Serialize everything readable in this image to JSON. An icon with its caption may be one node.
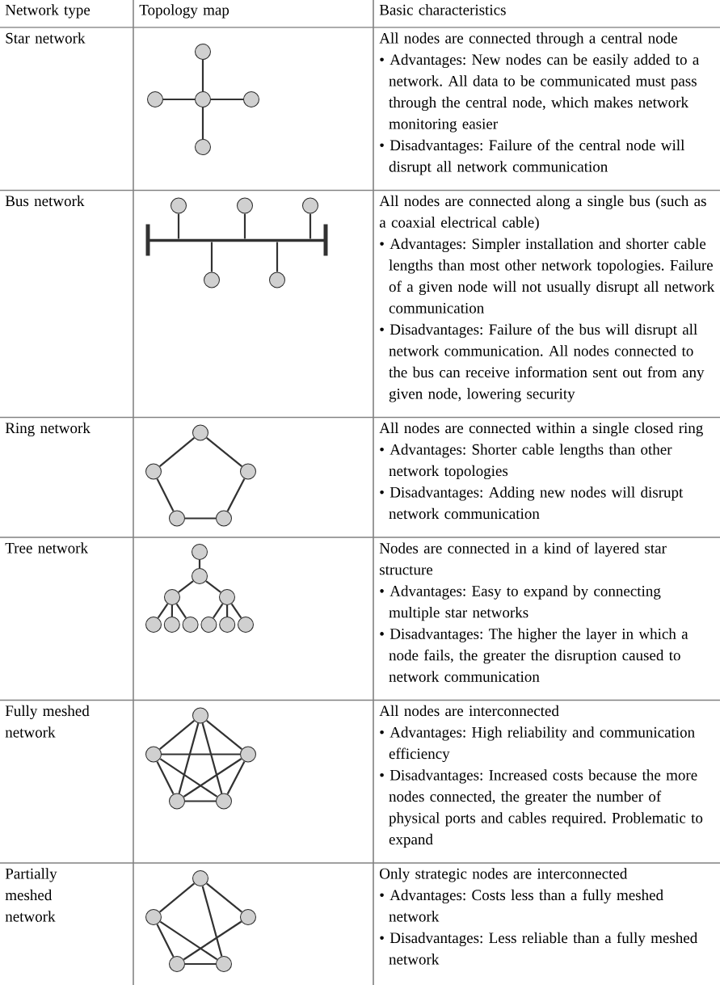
{
  "diagram": {
    "nodes": [
      {
        "text": [],
        "shape": "circle"
      },
      {
        "text": [],
        "shape": "circle"
      },
      {
        "text": [],
        "shape": "circle"
      },
      {
        "text": [],
        "shape": "circle"
      },
      {
        "text": [],
        "shape": "circle"
      },
      {
        "text": [],
        "shape": "circle"
      },
      {
        "text": [],
        "shape": "circle"
      },
      {
        "text": [],
        "shape": "circle"
      },
      {
        "text": [],
        "shape": "bar"
      },
      {
        "text": [],
        "shape": "circle"
      },
      {
        "text": [],
        "shape": "circle"
      },
      {
        "text": [],
        "shape": "circle"
      },
      {
        "text": [],
        "shape": "circle"
      },
      {
        "text": [],
        "shape": "circle"
      },
      {
        "text": [],
        "shape": "circle"
      },
      {
        "text": [],
        "shape": "circle"
      },
      {
        "text": [],
        "shape": "circle"
      },
      {
        "text": [],
        "shape": "circle"
      },
      {
        "text": [],
        "shape": "circle"
      },
      {
        "text": [],
        "shape": "circle"
      },
      {
        "text": [],
        "shape": "circle"
      },
      {
        "text": [],
        "shape": "circle"
      },
      {
        "text": [],
        "shape": "circle"
      },
      {
        "text": [],
        "shape": "circle"
      },
      {
        "text": [],
        "shape": "circle"
      },
      {
        "text": [],
        "shape": "circle"
      },
      {
        "text": [],
        "shape": "circle"
      },
      {
        "text": [],
        "shape": "circle"
      },
      {
        "text": [],
        "shape": "circle"
      },
      {
        "text": [],
        "shape": "circle"
      },
      {
        "text": [],
        "shape": "circle"
      },
      {
        "text": [],
        "shape": "circle"
      },
      {
        "text": [],
        "shape": "circle"
      },
      {
        "text": [],
        "shape": "circle"
      },
      {
        "text": [],
        "shape": "circle"
      },
      {
        "text": [],
        "shape": "circle"
      }
    ],
    "edges": [
      {
        "from": 0,
        "to": 2,
        "arrow": "none"
      },
      {
        "from": 1,
        "to": 2,
        "arrow": "none"
      },
      {
        "from": 2,
        "to": 3,
        "arrow": "none"
      },
      {
        "from": 2,
        "to": 4,
        "arrow": "none"
      },
      {
        "from": 5,
        "to": 8,
        "arrow": "none"
      },
      {
        "from": 6,
        "to": 8,
        "arrow": "none"
      },
      {
        "from": 7,
        "to": 8,
        "arrow": "none"
      },
      {
        "from": 8,
        "to": 9,
        "arrow": "none"
      },
      {
        "from": 8,
        "to": 10,
        "arrow": "none"
      },
      {
        "from": 11,
        "to": 12,
        "arrow": "none"
      },
      {
        "from": 11,
        "to": 13,
        "arrow": "none"
      },
      {
        "from": 12,
        "to": 14,
        "arrow": "none"
      },
      {
        "from": 13,
        "to": 15,
        "arrow": "none"
      },
      {
        "from": 14,
        "to": 15,
        "arrow": "none"
      },
      {
        "from": 16,
        "to": 17,
        "arrow": "none"
      },
      {
        "from": 17,
        "to": 18,
        "arrow": "none"
      },
      {
        "from": 17,
        "to": 19,
        "arrow": "none"
      },
      {
        "from": 18,
        "to": 20,
        "arrow": "none"
      },
      {
        "from": 18,
        "to": 21,
        "arrow": "none"
      },
      {
        "from": 18,
        "to": 22,
        "arrow": "none"
      },
      {
        "from": 19,
        "to": 23,
        "arrow": "none"
      },
      {
        "from": 19,
        "to": 24,
        "arrow": "none"
      },
      {
        "from": 19,
        "to": 25,
        "arrow": "none"
      },
      {
        "from": 26,
        "to": 27,
        "arrow": "none"
      },
      {
        "from": 26,
        "to": 28,
        "arrow": "none"
      },
      {
        "from": 26,
        "to": 29,
        "arrow": "none"
      },
      {
        "from": 26,
        "to": 30,
        "arrow": "none"
      },
      {
        "from": 27,
        "to": 28,
        "arrow": "none"
      },
      {
        "from": 27,
        "to": 29,
        "arrow": "none"
      },
      {
        "from": 27,
        "to": 30,
        "arrow": "none"
      },
      {
        "from": 28,
        "to": 29,
        "arrow": "none"
      },
      {
        "from": 28,
        "to": 30,
        "arrow": "none"
      },
      {
        "from": 29,
        "to": 30,
        "arrow": "none"
      },
      {
        "from": 31,
        "to": 32,
        "arrow": "none"
      },
      {
        "from": 31,
        "to": 33,
        "arrow": "none"
      },
      {
        "from": 31,
        "to": 35,
        "arrow": "none"
      },
      {
        "from": 32,
        "to": 34,
        "arrow": "none"
      },
      {
        "from": 32,
        "to": 35,
        "arrow": "none"
      },
      {
        "from": 33,
        "to": 34,
        "arrow": "none"
      },
      {
        "from": 34,
        "to": 35,
        "arrow": "none"
      }
    ],
    "labels": [
      "Network type",
      "Topology map",
      "Basic characteristics",
      "Star network",
      "All nodes are connected through a central node",
      "• Advantages: New nodes can be easily added to a network. All data to be communicated must pass through the central node, which makes network monitoring easier",
      "• Disadvantages: Failure of the central node will disrupt all network communication",
      "Bus network",
      "All nodes are connected along a single bus (such as a coaxial electrical cable)",
      "• Advantages: Simpler installation and shorter cable lengths than most other network topologies. Failure of a given node will not usually disrupt all network communication",
      "• Disadvantages: Failure of the bus will disrupt all network communication. All nodes connected to the bus can receive information sent out from any given node, lowering security",
      "Ring network",
      "All nodes are connected within a single closed ring",
      "• Advantages: Shorter cable lengths than other network topologies",
      "• Disadvantages: Adding new nodes will disrupt network communication",
      "Tree network",
      "Nodes are connected in a kind of layered star structure",
      "• Advantages: Easy to expand by connecting multiple star networks",
      "• Disadvantages: The higher the layer in which a node fails, the greater the disruption caused to network communication",
      "Fully meshed network",
      "All nodes are interconnected",
      "• Advantages: High reliability and communication efficiency",
      "• Disadvantages: Increased costs because the more nodes connected, the greater the number of physical ports and cables required. Problematic to expand",
      "Partially meshed network",
      "Only strategic nodes are interconnected",
      "• Advantages: Costs less than a fully meshed network",
      "• Disadvantages: Less reliable than a fully meshed network"
    ]
  }
}
